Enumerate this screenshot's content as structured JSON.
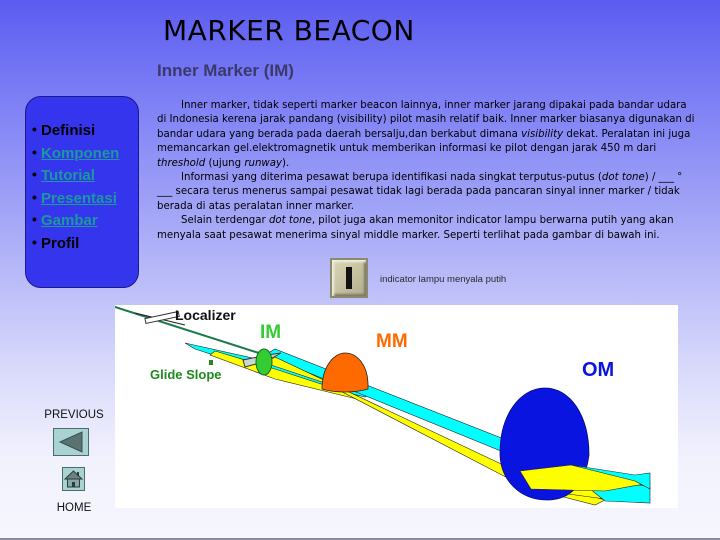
{
  "header": {
    "title": "MARKER BEACON",
    "subtitle": "Inner Marker (IM)"
  },
  "content": {
    "paragraphs": [
      {
        "parts": [
          "Inner marker, tidak seperti marker beacon lainnya, inner marker jarang dipakai pada bandar udara di Indonesia kerena jarak pandang (visibility) pilot masih relatif baik. Inner marker biasanya digunakan di bandar udara yang berada pada daerah bersalju,dan berkabut dimana ",
          "visibility",
          " dekat. Peralatan ini juga memancarkan gel.elektromagnetik untuk memberikan informasi ke pilot dengan jarak 450 m dari ",
          "threshold",
          " (ujung ",
          "runway",
          ")."
        ]
      },
      {
        "parts": [
          "Informasi yang diterima pesawat berupa identifikasi nada singkat terputus-putus (",
          "dot tone",
          ") / ___ ° ___  secara terus menerus sampai pesawat tidak lagi berada pada pancaran sinyal inner marker / tidak berada di atas peralatan inner marker."
        ]
      },
      {
        "parts": [
          "Selain terdengar ",
          "dot tone",
          ", pilot juga akan memonitor indicator lampu berwarna putih yang akan menyala saat pesawat menerima sinyal middle marker. Seperti terlihat pada gambar di bawah ini."
        ]
      }
    ],
    "indicator": {
      "symbol": "I",
      "caption": "indicator lampu menyala putih"
    }
  },
  "sidebar": {
    "items": [
      {
        "label": "Definisi",
        "link": false
      },
      {
        "label": "Komponen",
        "link": true
      },
      {
        "label": "Tutorial",
        "link": true
      },
      {
        "label": "Presentasi",
        "link": true
      },
      {
        "label": "Gambar",
        "link": true
      },
      {
        "label": "Profil",
        "link": false
      }
    ]
  },
  "figure": {
    "labels": {
      "localizer": "Localizer",
      "glide_slope": "Glide Slope",
      "im": "IM",
      "mm": "MM",
      "om": "OM"
    },
    "colors": {
      "im": "#33cc33",
      "mm": "#ff6a00",
      "om": "#0a14e0",
      "beam_cyan": "#00ffff",
      "beam_yellow": "#ffff00",
      "glide_text": "#1f8a1f"
    }
  },
  "navigation": {
    "previous_label": "PREVIOUS",
    "home_label": "HOME",
    "previous_icon": "left-triangle-icon",
    "home_icon": "house-icon"
  },
  "colors": {
    "link": "#1a9a9a",
    "panel": "#3535ee",
    "button_fill": "#a9d2d2"
  }
}
